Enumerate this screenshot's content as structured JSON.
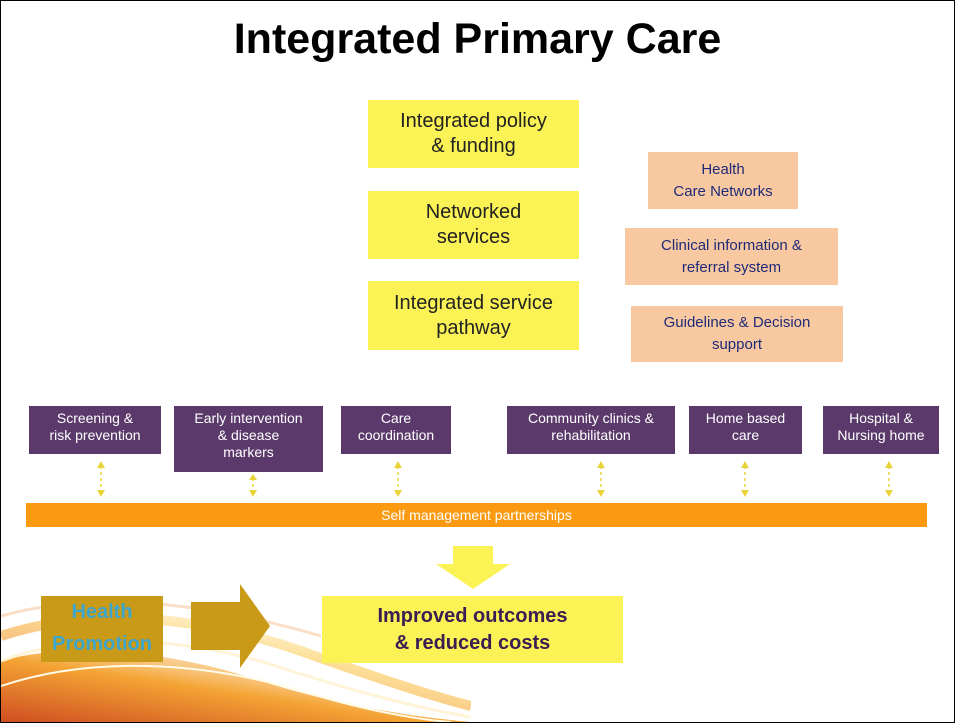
{
  "slide": {
    "title": "Integrated Primary Care",
    "yellow_boxes": [
      "Integrated policy\n& funding",
      "Networked\nservices",
      "Integrated service\npathway"
    ],
    "orange_boxes": [
      "Health\nCare Networks",
      "Clinical information &\nreferral system",
      "Guidelines & Decision\nsupport"
    ],
    "purple_boxes": [
      "Screening &\nrisk prevention",
      "Early intervention\n& disease\nmarkers",
      "Care\ncoordination",
      "Community clinics &\nrehabilitation",
      "Home based\ncare",
      "Hospital &\nNursing home"
    ],
    "bar_label": "Self management partnerships",
    "health_promotion": "Health\nPromotion",
    "outcome": "Improved outcomes\n& reduced costs"
  },
  "colors": {
    "yellow": "#fbf355",
    "peach": "#f8c9a0",
    "purple": "#5b3a6b",
    "orange_bar": "#fb9a10",
    "arrow_gold": "#c99a17",
    "health_promotion_text": "#3ca6cc"
  }
}
